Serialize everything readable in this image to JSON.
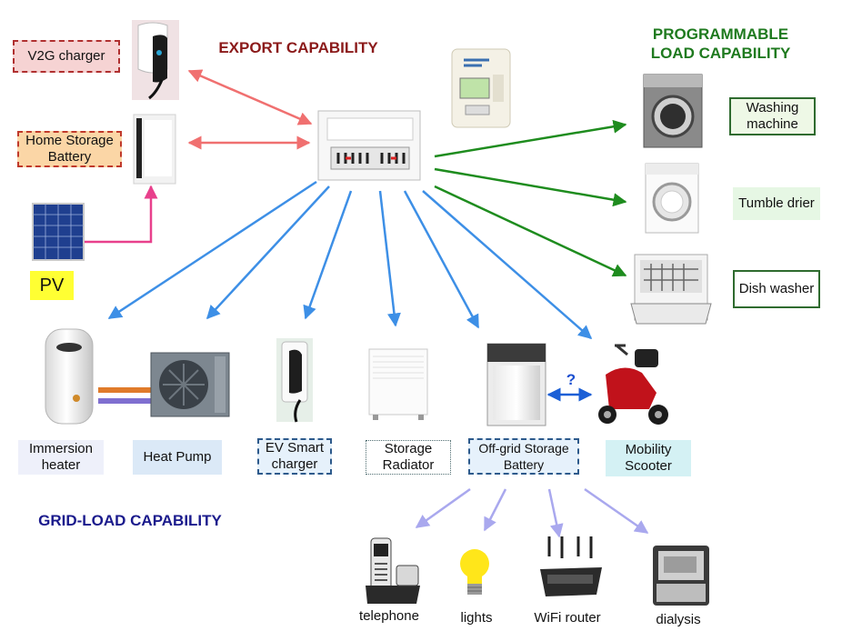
{
  "headings": {
    "export": "EXPORT CAPABILITY",
    "programmable_line1": "PROGRAMMABLE",
    "programmable_line2": "LOAD CAPABILITY",
    "grid_load": "GRID-LOAD CAPABILITY"
  },
  "labels": {
    "v2g": "V2G charger",
    "home_storage_line1": "Home Storage",
    "home_storage_line2": "Battery",
    "pv": "PV",
    "washing_line1": "Washing",
    "washing_line2": "machine",
    "tumble": "Tumble drier",
    "dish": "Dish washer",
    "immersion_line1": "Immersion",
    "immersion_line2": "heater",
    "heat_pump": "Heat Pump",
    "ev_line1": "EV Smart",
    "ev_line2": "charger",
    "storage_radiator_line1": "Storage",
    "storage_radiator_line2": "Radiator",
    "offgrid_line1": "Off-grid Storage",
    "offgrid_line2": "Battery",
    "mobility_line1": "Mobility",
    "mobility_line2": "Scooter",
    "question": "?",
    "telephone": "telephone",
    "lights": "lights",
    "wifi": "WiFi router",
    "dialysis": "dialysis"
  },
  "colors": {
    "export_heading": "#8b1a1a",
    "programmable_heading": "#1f7a1f",
    "grid_heading": "#1a1a8c",
    "export_arrow": "#f07070",
    "pv_arrow": "#e8408c",
    "green_arrow": "#1e8c1e",
    "blue_arrow": "#3d8fe6",
    "lilac_arrow": "#a9a8ee"
  },
  "icons": [
    "v2g-charger-icon",
    "home-battery-icon",
    "solar-panel-icon",
    "smart-meter-icon",
    "consumer-unit-icon",
    "washing-machine-icon",
    "tumble-drier-icon",
    "dishwasher-icon",
    "immersion-heater-icon",
    "heat-pump-icon",
    "ev-charger-icon",
    "storage-radiator-icon",
    "offgrid-battery-icon",
    "mobility-scooter-icon",
    "telephone-icon",
    "lightbulb-icon",
    "wifi-router-icon",
    "dialysis-machine-icon"
  ]
}
